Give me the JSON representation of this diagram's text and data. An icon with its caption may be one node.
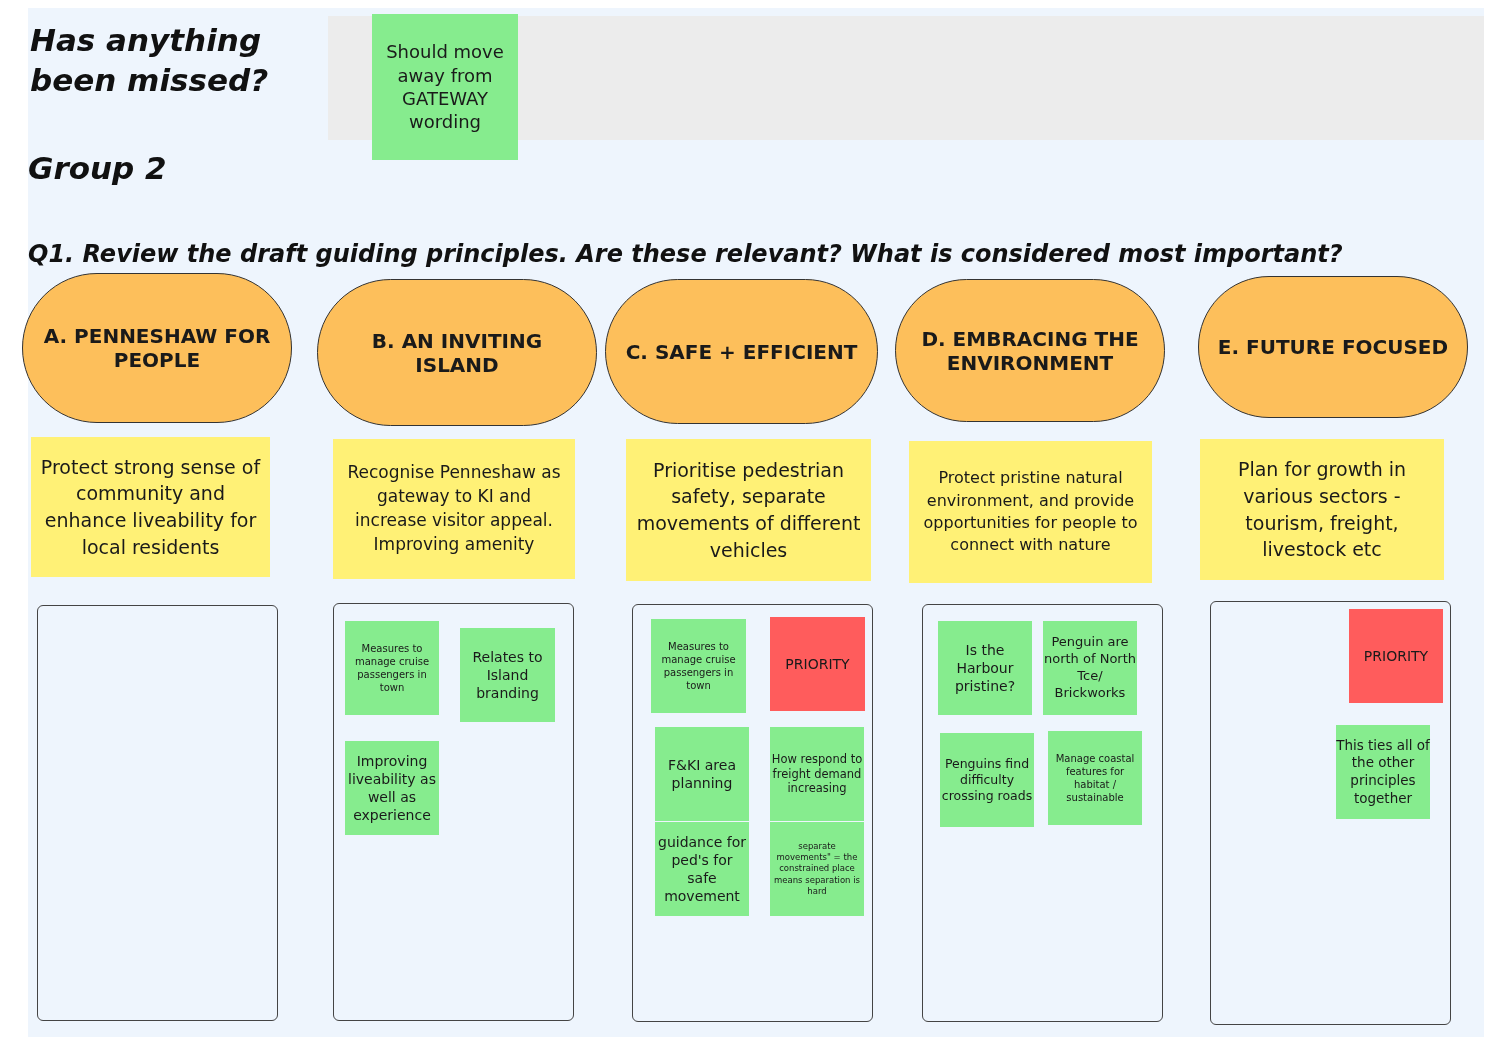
{
  "diagram": {
    "title": "Q1. Review the draft guiding principles. Are these relevant? What is considered most important?",
    "nodes": [
      {
        "text": [
          "Should move away from GATEWAY wording"
        ]
      },
      {
        "text": [
          "A. PENNESHAW FOR PEOPLE"
        ]
      },
      {
        "text": [
          "B. AN INVITING ISLAND"
        ]
      },
      {
        "text": [
          "C. SAFE + EFFICIENT"
        ]
      },
      {
        "text": [
          "D. EMBRACING THE ENVIRONMENT"
        ]
      },
      {
        "text": [
          "E. FUTURE FOCUSED"
        ]
      },
      {
        "text": [
          "Protect strong sense of community and enhance liveability for local residents"
        ]
      },
      {
        "text": [
          "Recognise Penneshaw as gateway to KI and increase visitor appeal. Improving amenity"
        ]
      },
      {
        "text": [
          "Prioritise pedestrian safety, separate movements of different vehicles"
        ]
      },
      {
        "text": [
          "Protect pristine natural environment, and provide opportunities for people to connect with nature"
        ]
      },
      {
        "text": [
          "Plan for growth in various sectors  - tourism, freight, livestock etc"
        ]
      },
      {
        "text": [],
        "shape": "box"
      },
      {
        "text": [],
        "shape": "box"
      },
      {
        "text": [
          "Measures to manage cruise passengers in town"
        ],
        "in": 12
      },
      {
        "text": [
          "Relates to Island branding"
        ],
        "in": 12
      },
      {
        "text": [
          "Improving liveability as well as experience"
        ],
        "in": 12
      },
      {
        "text": [],
        "shape": "box"
      },
      {
        "text": [
          "Measures to manage cruise passengers in town"
        ],
        "in": 16
      },
      {
        "text": [
          "PRIORITY"
        ],
        "in": 16
      },
      {
        "text": [
          "F&KI area planning"
        ],
        "in": 16
      },
      {
        "text": [
          "How respond to freight demand increasing"
        ],
        "in": 16
      },
      {
        "text": [
          "guidance for ped's for safe movement"
        ],
        "in": 16
      },
      {
        "text": [
          "separate movements\" = the constrained place means separation is hard"
        ],
        "in": 16
      },
      {
        "text": [],
        "shape": "box"
      },
      {
        "text": [
          "Is the Harbour pristine?"
        ],
        "in": 23
      },
      {
        "text": [
          "Penguin are north of North Tce/ Brickworks"
        ],
        "in": 23
      },
      {
        "text": [
          "Penguins find difficulty crossing roads"
        ],
        "in": 23
      },
      {
        "text": [
          "Manage coastal features for habitat / sustainable"
        ],
        "in": 23
      },
      {
        "text": [],
        "shape": "box"
      },
      {
        "text": [
          "PRIORITY"
        ],
        "in": 28
      },
      {
        "text": [
          "This ties all of the other principles together"
        ],
        "in": 28
      }
    ],
    "labels": [
      "Has anything been missed?",
      "Group 2"
    ]
  }
}
